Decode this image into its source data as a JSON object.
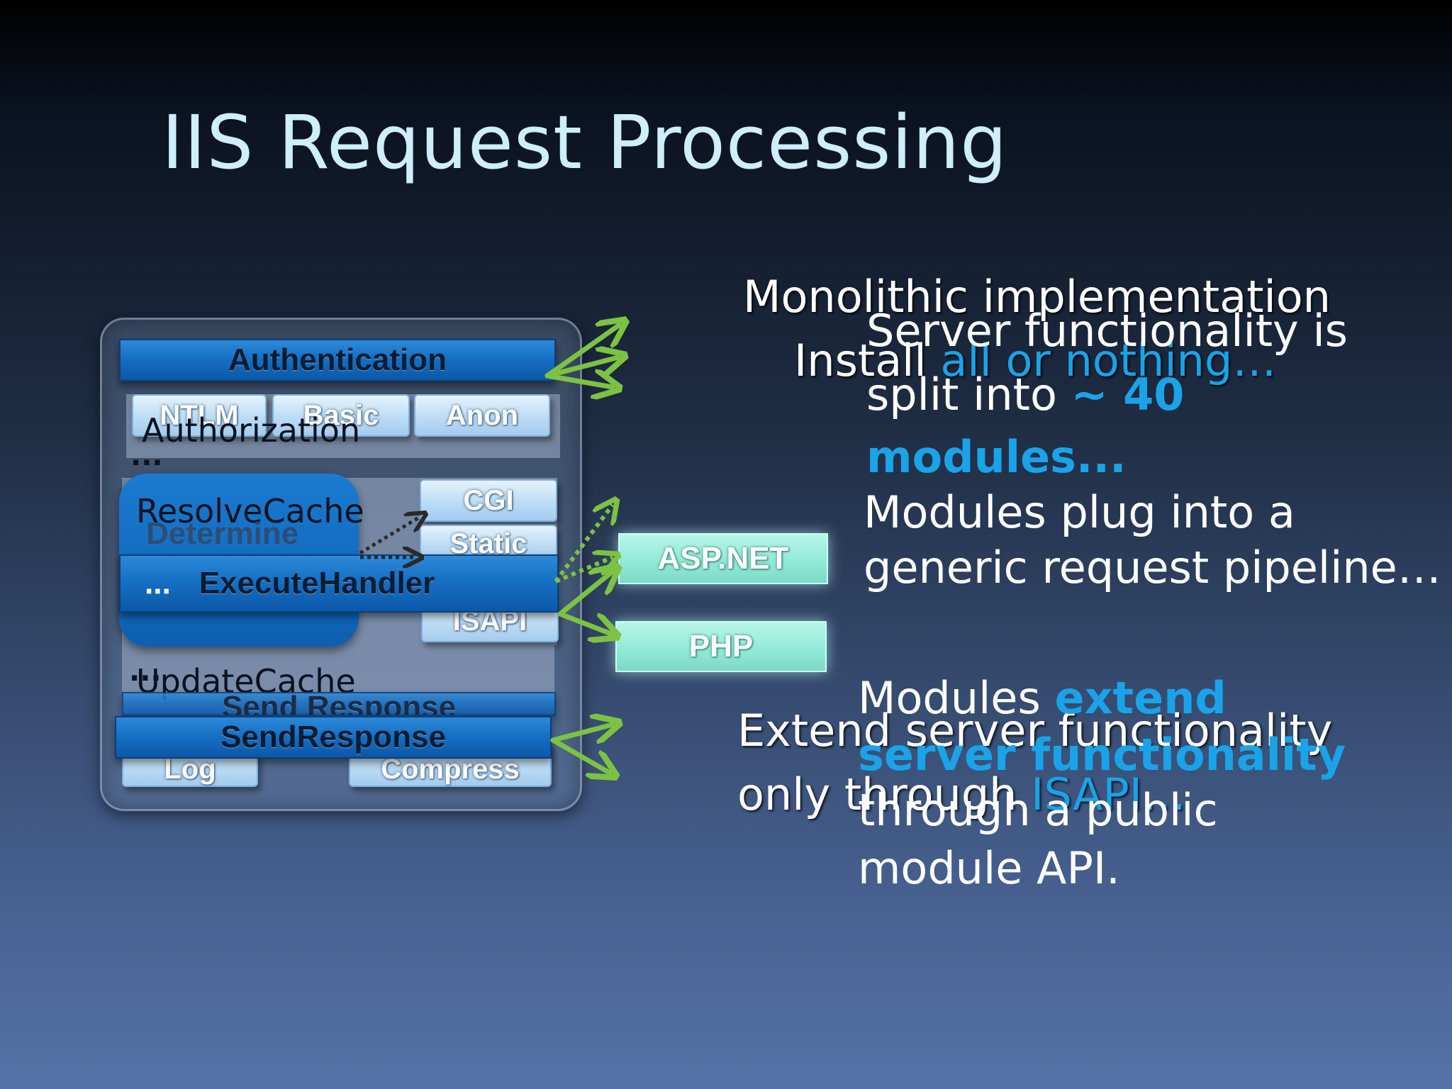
{
  "slide": {
    "title": "IIS Request Processing"
  },
  "pipeline": {
    "authentication": "Authentication",
    "auth_modules": [
      "NTLM",
      "Basic",
      "Anon"
    ],
    "authorization": "Authorization",
    "ellipsis_1": "...",
    "resolve_cache": "ResolveCache",
    "determine": "Determine",
    "execute_prefix": "...",
    "execute_handler": "ExecuteHandler",
    "handler_modules": [
      "CGI",
      "Static",
      "ISAPI"
    ],
    "ellipsis_2": "...",
    "update_cache": "UpdateCache",
    "send_response_ghost": "Send Response",
    "send_response": "SendResponse",
    "log": "Log",
    "compress": "Compress"
  },
  "extensions": {
    "aspnet": "ASP.NET",
    "php": "PHP"
  },
  "old_text": {
    "line1": "Monolithic implementation",
    "line2_prefix": "Install ",
    "line2_accent": "all or nothing…",
    "extend_line1": "Extend server functionality",
    "extend_line2_prefix": "only through ",
    "extend_line2_accent": "ISAPI…"
  },
  "new_text": {
    "p1_line1": "Server functionality is",
    "p1_line2_prefix": "split into ",
    "p1_line2_accent": "~ 40",
    "p1_line3_accent": "modules...",
    "p2_line1": "Modules plug into a",
    "p2_line2": "generic request pipeline…",
    "p3_line1_prefix": "Modules ",
    "p3_line1_accent": "extend",
    "p3_line2_accent": "server functionality",
    "p3_line3": "through a public",
    "p3_line4": "module API."
  },
  "colors": {
    "title": "#cdeefa",
    "accent": "#1aa3e8",
    "arrow": "#7dc243",
    "bar": "#1670c4",
    "extension": "#8fe9d6"
  }
}
